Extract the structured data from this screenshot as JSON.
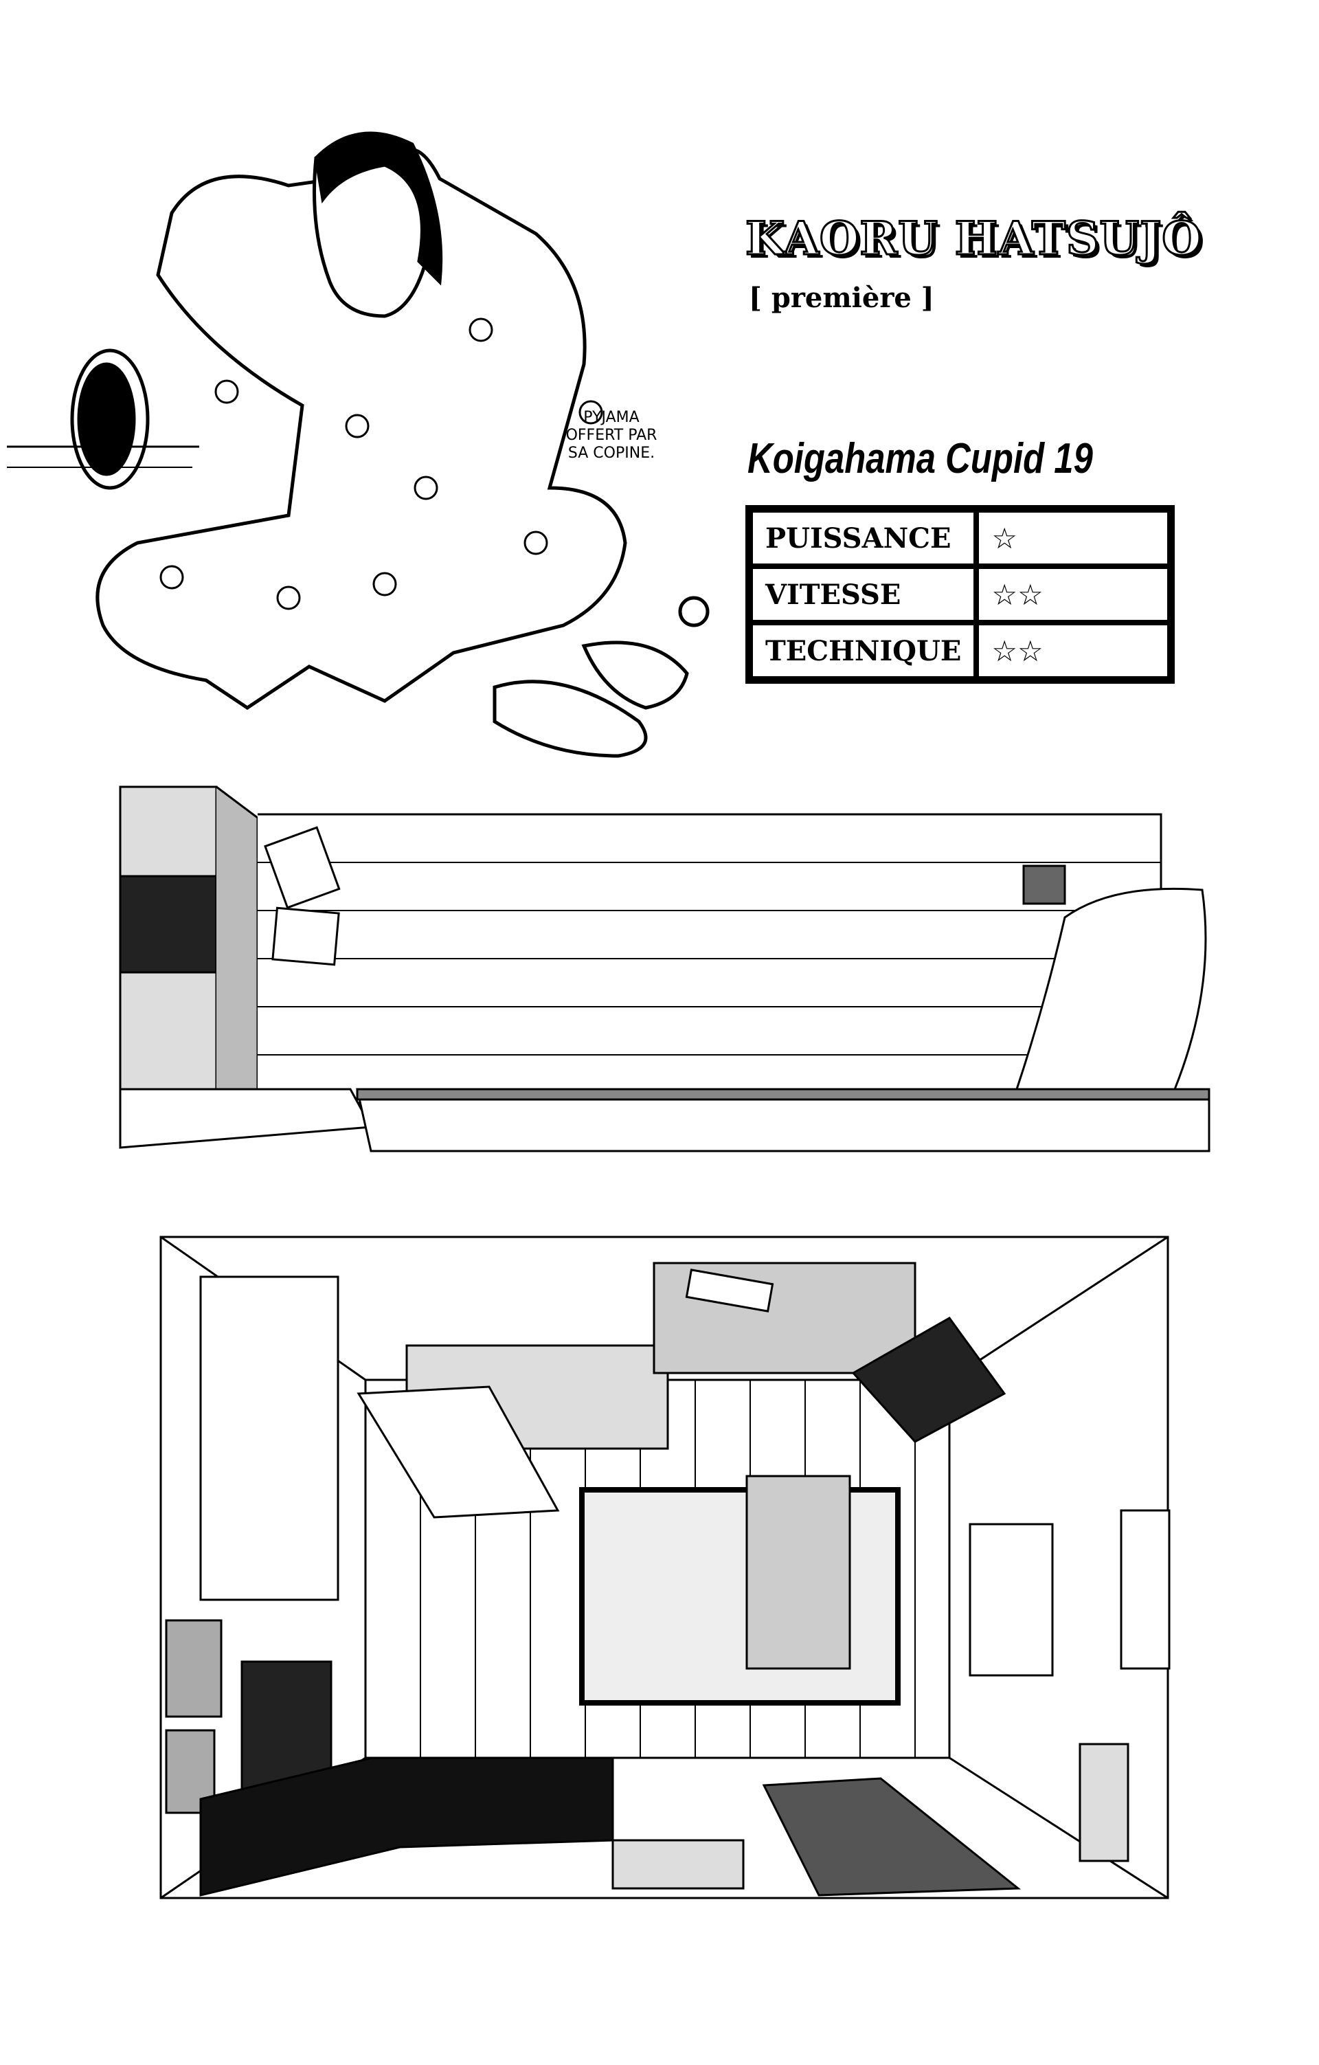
{
  "header": {
    "character_name": "KAORU HATSUJÔ",
    "year": "[ première ]",
    "series_title": "Koigahama Cupid 19"
  },
  "annotation": "PYJAMA OFFERT PAR SA COPINE.",
  "stats": [
    {
      "label": "PUISSANCE",
      "stars": "☆",
      "rating": 1
    },
    {
      "label": "VITESSE",
      "stars": "☆☆",
      "rating": 2
    },
    {
      "label": "TECHNIQUE",
      "stars": "☆☆",
      "rating": 2
    }
  ]
}
